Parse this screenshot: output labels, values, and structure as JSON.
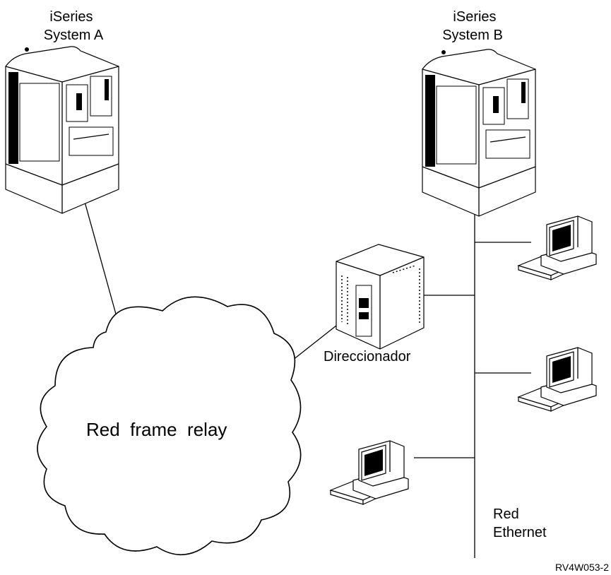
{
  "system_a": {
    "line1": "iSeries",
    "line2": "System A",
    "icon": "iseries-server-icon"
  },
  "system_b": {
    "line1": "iSeries",
    "line2": "System B",
    "icon": "iseries-server-icon"
  },
  "router": {
    "label": "Direccionador",
    "icon": "router-tower-icon"
  },
  "cloud": {
    "label": "Red  frame  relay",
    "icon": "cloud-icon"
  },
  "ethernet": {
    "line1": "Red",
    "line2": "Ethernet"
  },
  "workstations": [
    {
      "icon": "workstation-icon"
    },
    {
      "icon": "workstation-icon"
    },
    {
      "icon": "workstation-icon"
    }
  ],
  "figure_id": "RV4W053-2"
}
